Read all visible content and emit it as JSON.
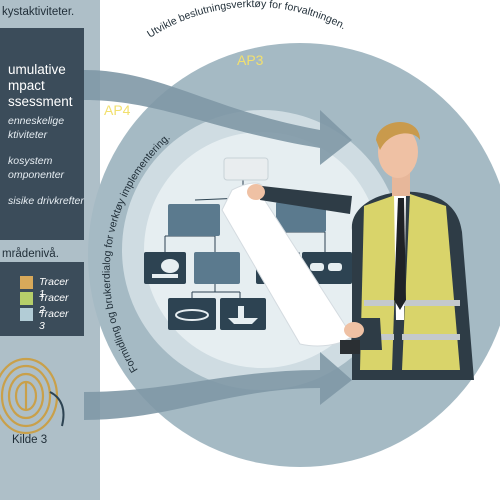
{
  "left_panel": {
    "top_text": "kystaktiviteter.",
    "cumulative": "umulative mpact ssessment",
    "items": [
      "enneskelige ktiviteter",
      "kosystem omponenter",
      "sisike drivkrefter"
    ],
    "region_text": "mrådenivå.",
    "legend": [
      {
        "label": "Tracer 1",
        "color": "#d8a95a"
      },
      {
        "label": "Tracer 2",
        "color": "#b6cf6a"
      },
      {
        "label": "Tracer 3",
        "color": "#b2ccd6"
      }
    ],
    "source_label": "Kilde 3"
  },
  "arc_top_text": "Utvikle beslutningsverktøy for forvaltningen.",
  "arc_left_text": "Formidling og brukerdialog for verktøy implementering.",
  "ap3_label": "AP3",
  "ap4_label": "AP4",
  "colors": {
    "panel_dark": "#3b4c5a",
    "panel_light": "#aebfc8",
    "circle_outer": "#a5bac4",
    "circle_inner": "#cfdce2",
    "box": "#5b7a8e",
    "box_dark": "#2d4352",
    "ap_text": "#f2e06e",
    "vest": "#d9d46a",
    "jacket": "#2e3c46"
  }
}
